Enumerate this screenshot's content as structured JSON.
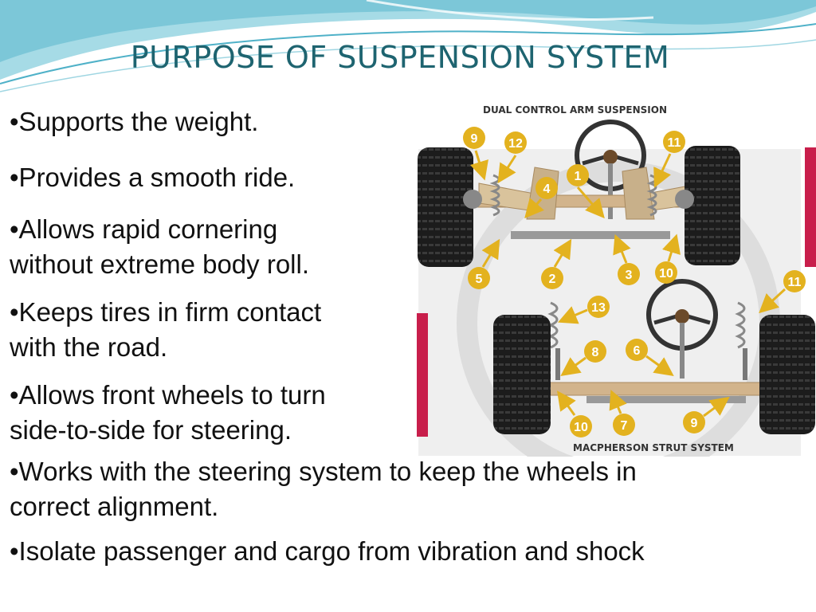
{
  "slide": {
    "title": "PURPOSE OF SUSPENSION SYSTEM",
    "bullets": [
      {
        "lines": [
          "•Supports the weight."
        ]
      },
      {
        "lines": [
          "•Provides a smooth ride."
        ]
      },
      {
        "lines": [
          "•Allows rapid cornering",
          "without extreme body roll."
        ]
      },
      {
        "lines": [
          "•Keeps tires in firm contact",
          "with the road."
        ]
      },
      {
        "lines": [
          "•Allows front wheels to turn",
          "side-to-side for steering."
        ]
      },
      {
        "lines": [
          "•Works with the steering system to keep the wheels in",
          "correct alignment."
        ]
      },
      {
        "lines": [
          "•Isolate passenger and cargo from vibration and shock"
        ]
      }
    ]
  },
  "diagram": {
    "top_label": "DUAL CONTROL ARM SUSPENSION",
    "bottom_label": "MACPHERSON STRUT SYSTEM",
    "top_callouts": [
      "9",
      "12",
      "1",
      "4",
      "11",
      "5",
      "2",
      "3",
      "10"
    ],
    "bottom_callouts": [
      "13",
      "11",
      "8",
      "6",
      "10",
      "7",
      "9"
    ],
    "colors": {
      "callout": "#e3b21f",
      "tire": "#1c1c1c",
      "frame": "#d2b48c",
      "accent_bar": "#c81e4b"
    }
  }
}
